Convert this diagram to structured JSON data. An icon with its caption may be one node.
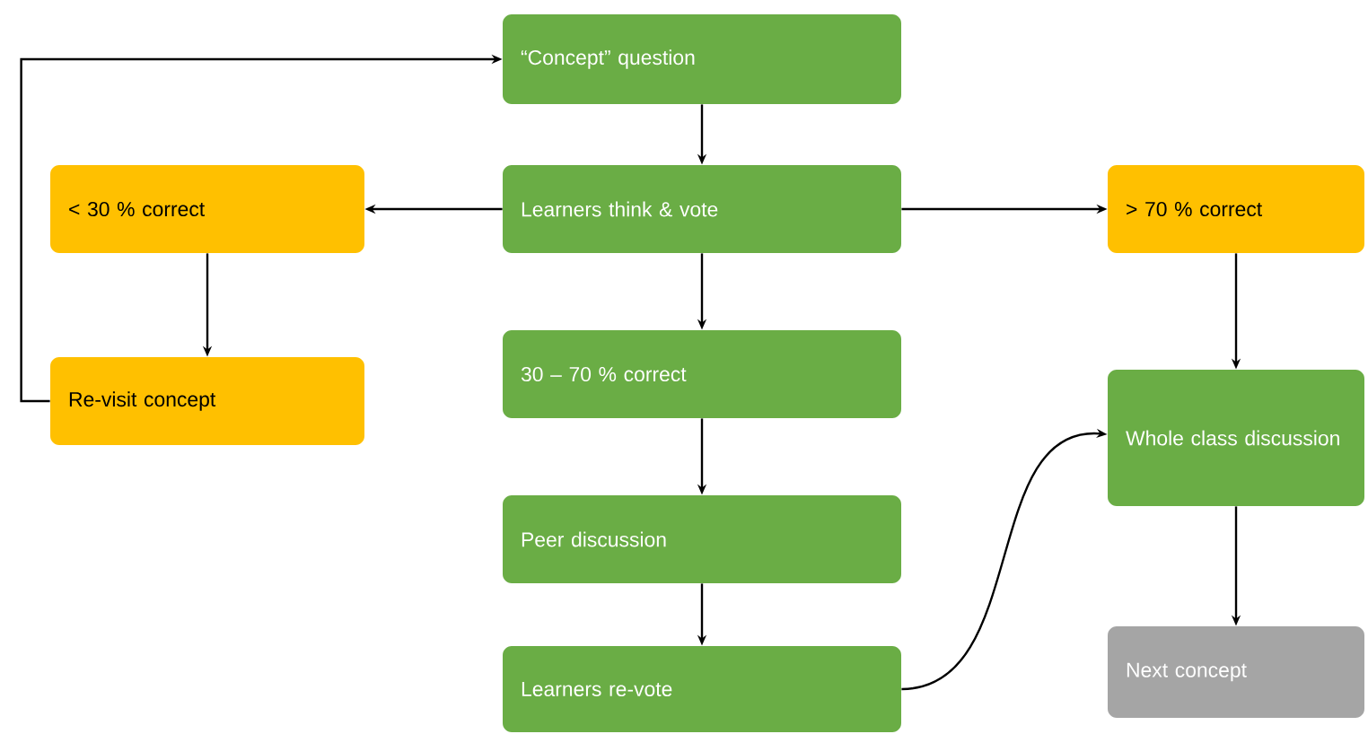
{
  "diagram": {
    "nodes": [
      {
        "text": [
          "“Concept” question"
        ]
      },
      {
        "text": [
          "Learners think & vote"
        ]
      },
      {
        "text": [
          "< 30 % correct"
        ]
      },
      {
        "text": [
          "> 70 % correct"
        ]
      },
      {
        "text": [
          "Re-visit concept"
        ]
      },
      {
        "text": [
          "30 – 70 % correct"
        ]
      },
      {
        "text": [
          "Whole class discussion"
        ]
      },
      {
        "text": [
          "Peer discussion"
        ]
      },
      {
        "text": [
          "Learners re-vote"
        ]
      },
      {
        "text": [
          "Next concept"
        ]
      }
    ],
    "edges": [
      {
        "from": 0,
        "to": 1,
        "arrow": "to"
      },
      {
        "from": 1,
        "to": 2,
        "arrow": "to"
      },
      {
        "from": 1,
        "to": 3,
        "arrow": "to"
      },
      {
        "from": 1,
        "to": 5,
        "arrow": "to"
      },
      {
        "from": 2,
        "to": 4,
        "arrow": "to"
      },
      {
        "from": 4,
        "to": 0,
        "arrow": "to"
      },
      {
        "from": 3,
        "to": 6,
        "arrow": "to"
      },
      {
        "from": 5,
        "to": 7,
        "arrow": "to"
      },
      {
        "from": 7,
        "to": 8,
        "arrow": "to"
      },
      {
        "from": 8,
        "to": 6,
        "arrow": "to"
      },
      {
        "from": 6,
        "to": 9,
        "arrow": "to"
      }
    ]
  }
}
